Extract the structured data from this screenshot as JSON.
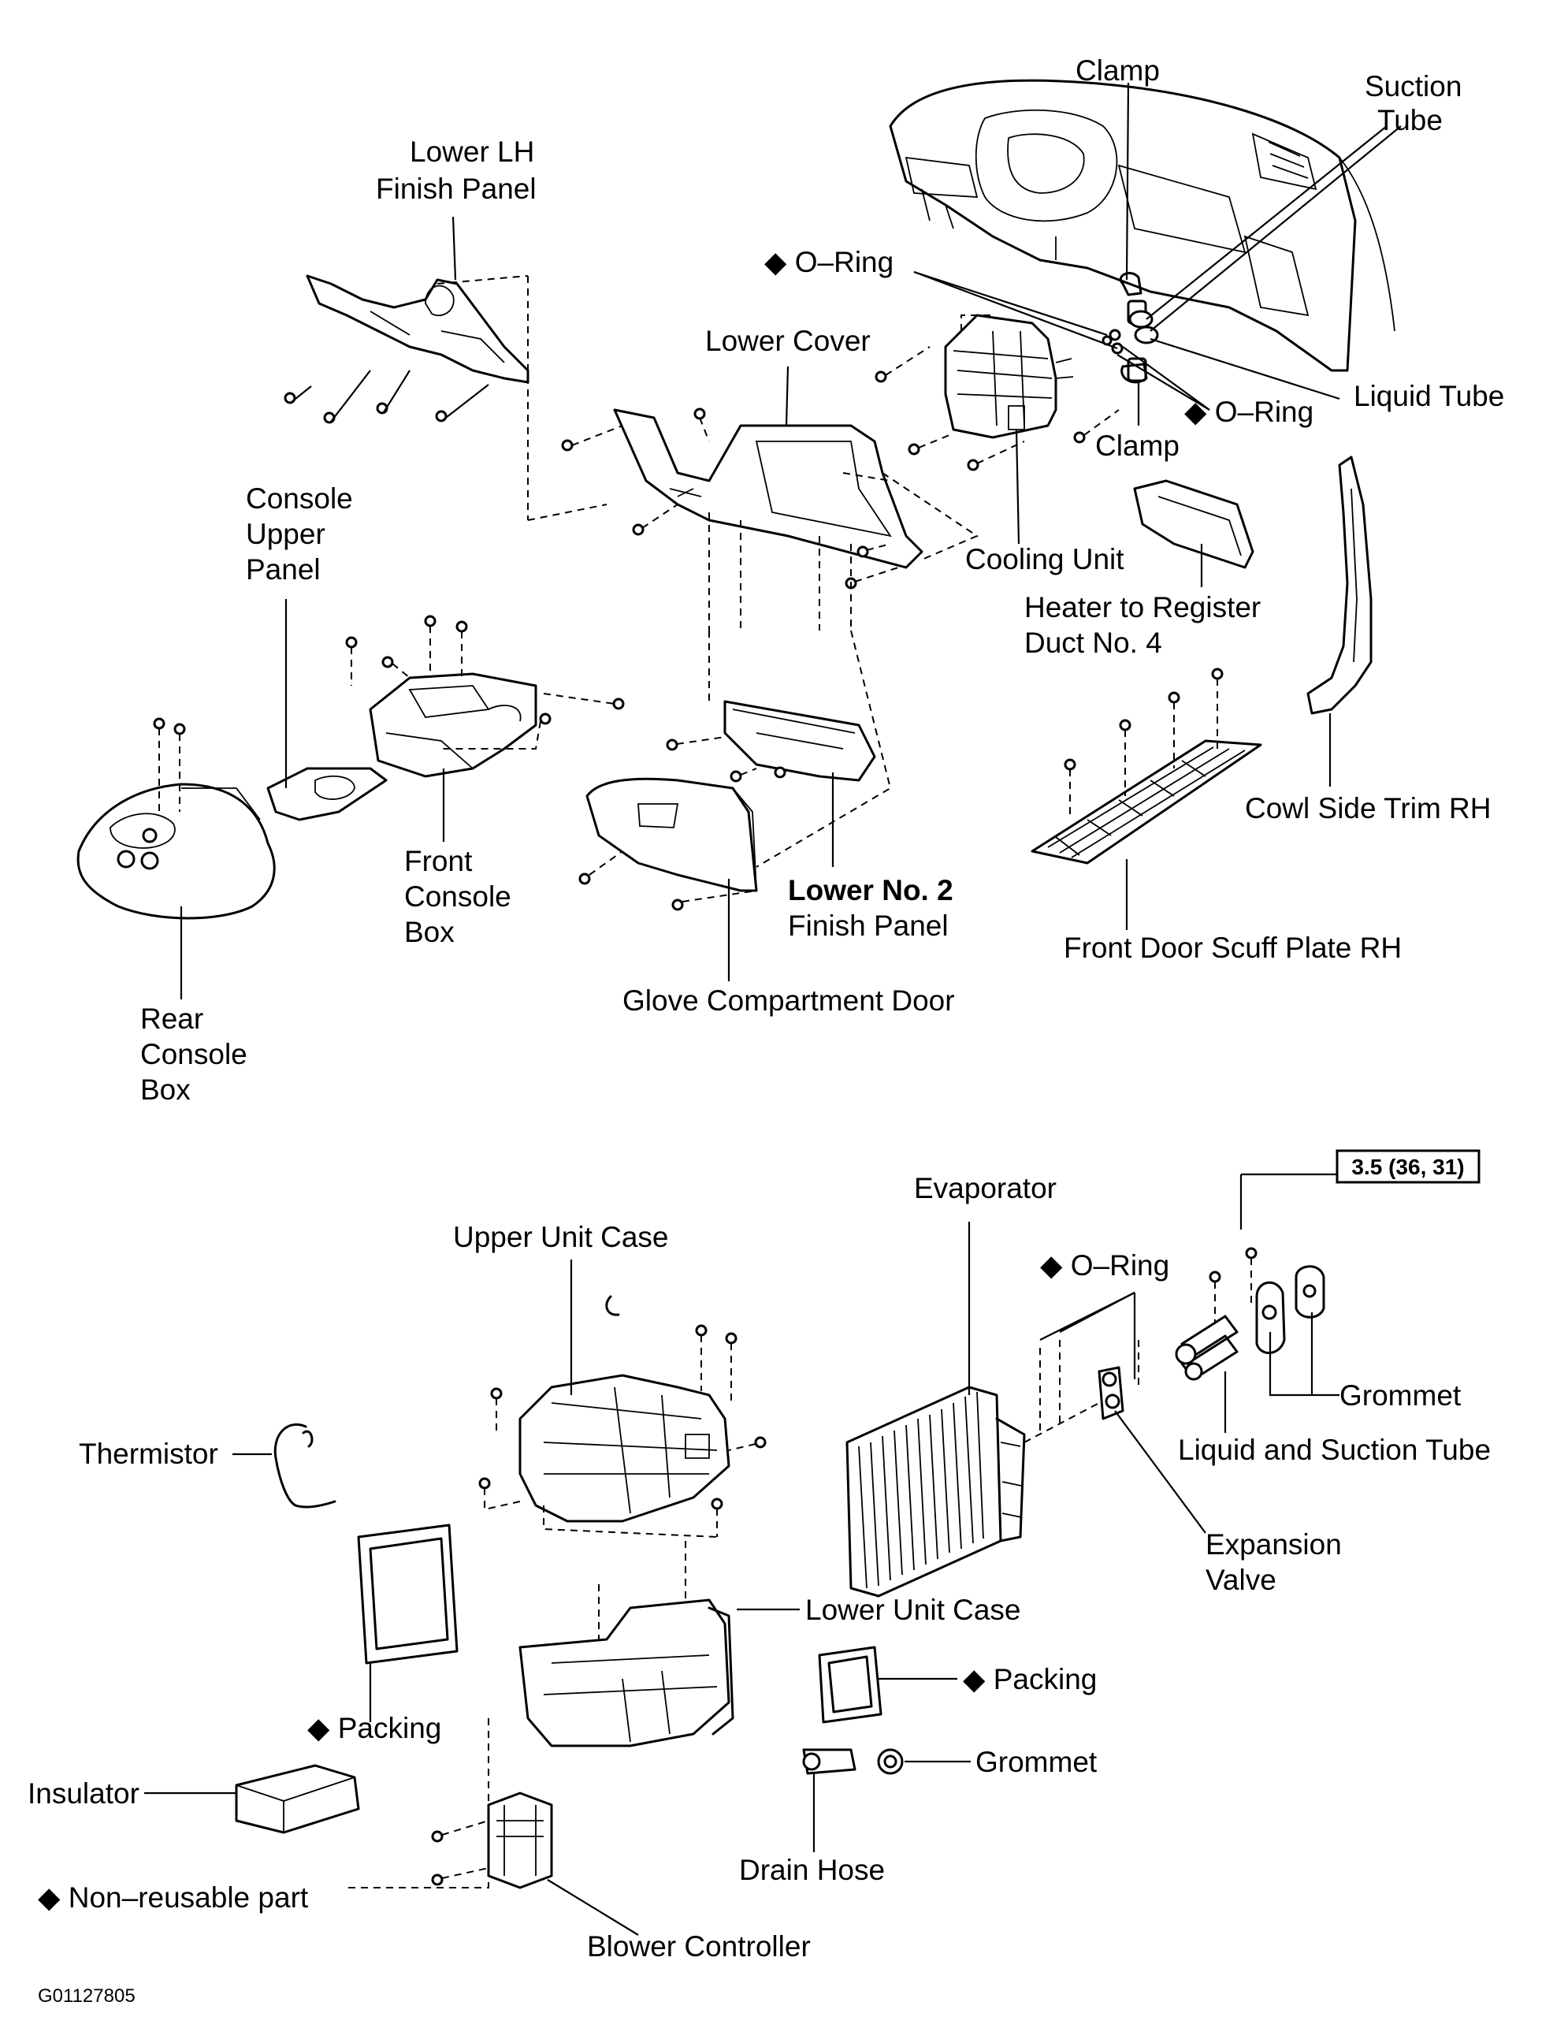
{
  "labels": {
    "clamp_top": "Clamp",
    "suction_tube_1": "Suction",
    "suction_tube_2": "Tube",
    "lower_lh_1": "Lower LH",
    "lower_lh_2": "Finish Panel",
    "oring_top": "O–Ring",
    "lower_cover": "Lower Cover",
    "liquid_tube": "Liquid Tube",
    "oring_right": "O–Ring",
    "clamp_mid": "Clamp",
    "console_upper_1": "Console",
    "console_upper_2": "Upper",
    "console_upper_3": "Panel",
    "cooling_unit": "Cooling Unit",
    "heater_duct_1": "Heater to Register",
    "heater_duct_2": "Duct No. 4",
    "cowl_side": "Cowl Side Trim RH",
    "front_console_1": "Front",
    "front_console_2": "Console",
    "front_console_3": "Box",
    "lower_no2_1": "Lower No. 2",
    "lower_no2_2": "Finish Panel",
    "scuff_plate": "Front Door Scuff Plate RH",
    "rear_console_1": "Rear",
    "rear_console_2": "Console",
    "rear_console_3": "Box",
    "glove_door": "Glove Compartment Door",
    "torque_spec": "3.5 (36, 31)",
    "evaporator": "Evaporator",
    "upper_unit_case": "Upper Unit Case",
    "oring_evap": "O–Ring",
    "thermistor": "Thermistor",
    "grommet_top": "Grommet",
    "liquid_suction": "Liquid and Suction Tube",
    "expansion_1": "Expansion",
    "expansion_2": "Valve",
    "lower_unit_case": "Lower Unit Case",
    "packing_right": "Packing",
    "packing_left": "Packing",
    "grommet_bottom": "Grommet",
    "insulator": "Insulator",
    "drain_hose": "Drain Hose",
    "non_reusable": "Non–reusable part",
    "blower_controller": "Blower Controller",
    "figure_code": "G01127805"
  },
  "symbols": {
    "non_reusable": "◆"
  }
}
